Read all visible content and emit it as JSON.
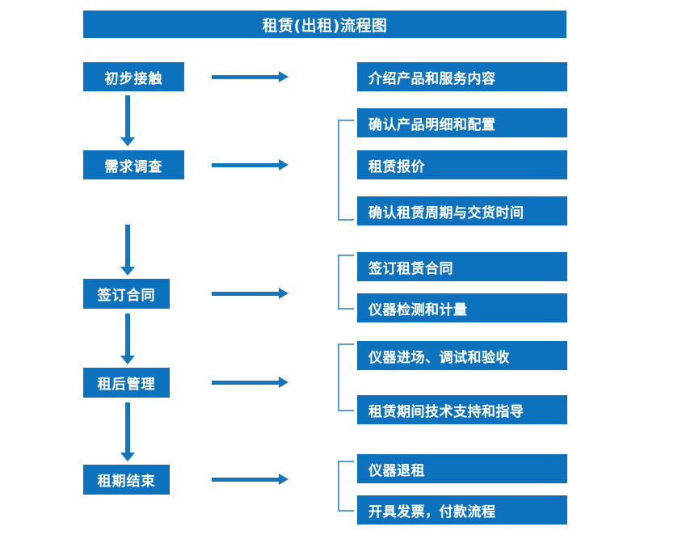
{
  "diagram": {
    "title": "租赁(出租)流程图",
    "accent_color": "#0c72bd",
    "bracket_color": "#5b9bd5",
    "arrow_color": "#1275bd",
    "text_color": "#ffffff",
    "background_color": "#ffffff"
  },
  "stages": [
    {
      "id": "stage-1",
      "label": "初步接触"
    },
    {
      "id": "stage-2",
      "label": "需求调查"
    },
    {
      "id": "stage-3",
      "label": "签订合同"
    },
    {
      "id": "stage-4",
      "label": "租后管理"
    },
    {
      "id": "stage-5",
      "label": "租期结束"
    }
  ],
  "groups": [
    {
      "id": "group-1",
      "stage": "初步接触",
      "bracketed": false,
      "details": [
        {
          "label": "介绍产品和服务内容"
        }
      ]
    },
    {
      "id": "group-2",
      "stage": "需求调查",
      "bracketed": true,
      "details": [
        {
          "label": "确认产品明细和配置"
        },
        {
          "label": "租赁报价"
        },
        {
          "label": "确认租赁周期与交货时间"
        }
      ]
    },
    {
      "id": "group-3",
      "stage": "签订合同",
      "bracketed": true,
      "details": [
        {
          "label": "签订租赁合同"
        },
        {
          "label": "仪器检测和计量"
        }
      ]
    },
    {
      "id": "group-4",
      "stage": "租后管理",
      "bracketed": true,
      "details": [
        {
          "label": "仪器进场、调试和验收"
        },
        {
          "label": "租赁期间技术支持和指导"
        }
      ]
    },
    {
      "id": "group-5",
      "stage": "租期结束",
      "bracketed": true,
      "details": [
        {
          "label": "仪器退租"
        },
        {
          "label": "开具发票，付款流程"
        }
      ]
    }
  ]
}
